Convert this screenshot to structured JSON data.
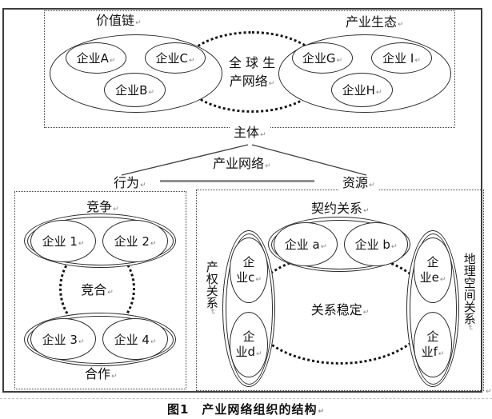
{
  "meta": {
    "pilcrow": "↵",
    "caption": "图1　产业网络组织的结构",
    "colors": {
      "line": "#2b2b2b",
      "gray_bar": "#909090",
      "mark": "#8a8a8a"
    }
  },
  "top": {
    "value_chain_label": "价值链",
    "ecology_label": "产业生态",
    "gpn_line1": "全 球 生",
    "gpn_line2": "产网络",
    "value_chain_firms": [
      "企业A",
      "企业C",
      "企业B"
    ],
    "ecology_firms": [
      "企业G",
      "企业 I",
      "企业H"
    ]
  },
  "middle": {
    "subject": "主体",
    "network": "产业网络",
    "behavior": "行为",
    "resource": "资源"
  },
  "bottom_left": {
    "competition": "竞争",
    "coopetition": "竞合",
    "cooperation": "合作",
    "firms_top": [
      "企业 1",
      "企业 2"
    ],
    "firms_bottom": [
      "企业 3",
      "企业 4"
    ]
  },
  "bottom_right": {
    "contract_label": "契约关系",
    "stability_label": "关系稳定",
    "property_axis": "产权关系",
    "geo_axis": "地理空间关系",
    "firms_top": [
      "企业 a",
      "企业 b"
    ],
    "firm_c": {
      "l1": "企",
      "l2": "业c"
    },
    "firm_d": {
      "l1": "企",
      "l2": "业d"
    },
    "firm_e": {
      "l1": "企",
      "l2": "业e"
    },
    "firm_f": {
      "l1": "企",
      "l2": "业f"
    }
  }
}
